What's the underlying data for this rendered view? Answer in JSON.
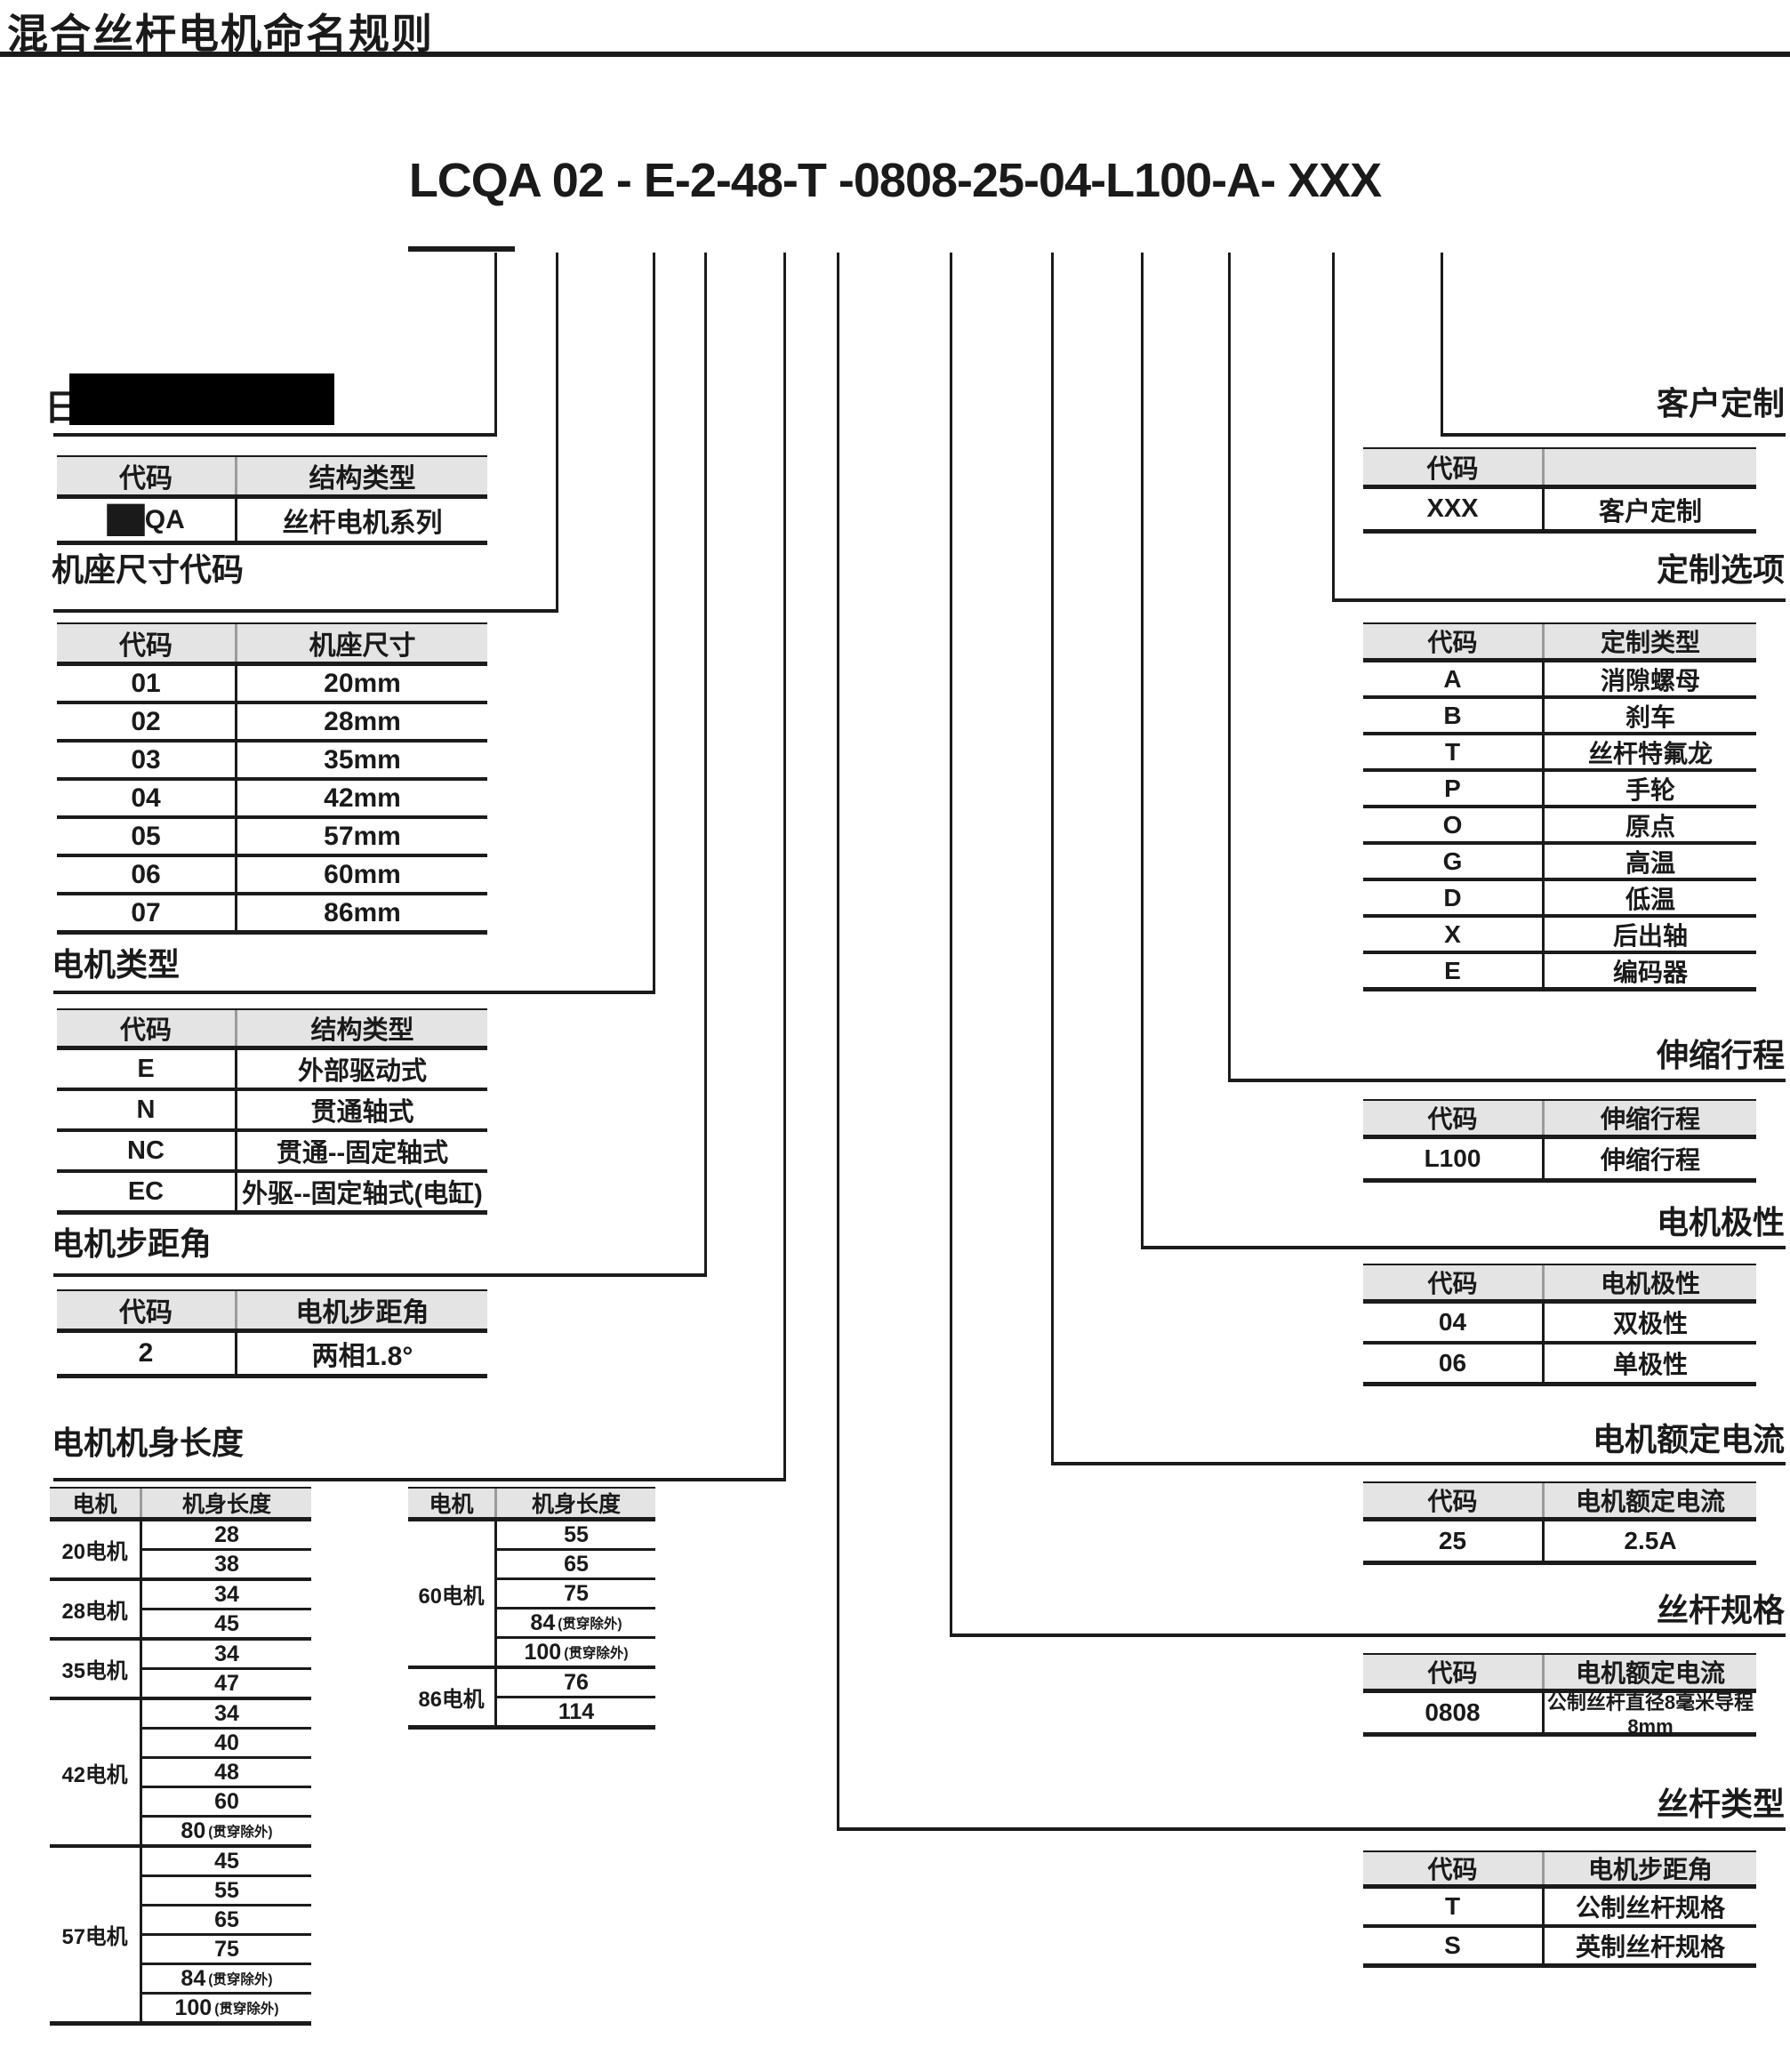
{
  "title": "混合丝杆电机命名规则",
  "part_number": "LCQA 02 - E-2-48-T -0808-25-04-L100-A- XXX",
  "colors": {
    "line": "#1b1b1b",
    "header_bg": "#e4e4e4",
    "text": "#1a1a1a",
    "redaction": "#000000"
  },
  "left": {
    "series": {
      "partial_glyph": "日",
      "table": {
        "headers": [
          "代码",
          "结构类型"
        ],
        "rows": [
          [
            "██QA",
            "丝杆电机系列"
          ]
        ]
      }
    },
    "frame_size": {
      "heading": "机座尺寸代码",
      "table": {
        "headers": [
          "代码",
          "机座尺寸"
        ],
        "rows": [
          [
            "01",
            "20mm"
          ],
          [
            "02",
            "28mm"
          ],
          [
            "03",
            "35mm"
          ],
          [
            "04",
            "42mm"
          ],
          [
            "05",
            "57mm"
          ],
          [
            "06",
            "60mm"
          ],
          [
            "07",
            "86mm"
          ]
        ]
      }
    },
    "motor_type": {
      "heading": "电机类型",
      "table": {
        "headers": [
          "代码",
          "结构类型"
        ],
        "rows": [
          [
            "E",
            "外部驱动式"
          ],
          [
            "N",
            "贯通轴式"
          ],
          [
            "NC",
            "贯通--固定轴式"
          ],
          [
            "EC",
            "外驱--固定轴式(电缸)"
          ]
        ]
      }
    },
    "step_angle": {
      "heading": "电机步距角",
      "table": {
        "headers": [
          "代码",
          "电机步距角"
        ],
        "rows": [
          [
            "2",
            "两相1.8°"
          ]
        ]
      }
    },
    "body_length": {
      "heading": "电机机身长度",
      "left_table": {
        "headers": [
          "电机",
          "机身长度"
        ],
        "groups": [
          {
            "label": "20电机",
            "items": [
              "28",
              "38"
            ]
          },
          {
            "label": "28电机",
            "items": [
              "34",
              "45"
            ]
          },
          {
            "label": "35电机",
            "items": [
              "34",
              "47"
            ]
          },
          {
            "label": "42电机",
            "items": [
              "34",
              "40",
              "48",
              "60",
              "80 (贯穿除外)"
            ]
          },
          {
            "label": "57电机",
            "items": [
              "45",
              "55",
              "65",
              "75",
              "84 (贯穿除外)",
              "100(贯穿除外)"
            ]
          }
        ]
      },
      "right_table": {
        "headers": [
          "电机",
          "机身长度"
        ],
        "groups": [
          {
            "label": "60电机",
            "items": [
              "55",
              "65",
              "75",
              "84 (贯穿除外)",
              "100(贯穿除外)"
            ]
          },
          {
            "label": "86电机",
            "items": [
              "76",
              "114"
            ]
          }
        ]
      }
    }
  },
  "right": {
    "custom": {
      "label": "客户定制",
      "table": {
        "headers": [
          "代码",
          ""
        ],
        "rows": [
          [
            "XXX",
            "客户定制"
          ]
        ]
      }
    },
    "custom_options": {
      "label": "定制选项",
      "table": {
        "headers": [
          "代码",
          "定制类型"
        ],
        "rows": [
          [
            "A",
            "消隙螺母"
          ],
          [
            "B",
            "刹车"
          ],
          [
            "T",
            "丝杆特氟龙"
          ],
          [
            "P",
            "手轮"
          ],
          [
            "O",
            "原点"
          ],
          [
            "G",
            "高温"
          ],
          [
            "D",
            "低温"
          ],
          [
            "X",
            "后出轴"
          ],
          [
            "E",
            "编码器"
          ]
        ]
      }
    },
    "stroke": {
      "label": "伸缩行程",
      "table": {
        "headers": [
          "代码",
          "伸缩行程"
        ],
        "rows": [
          [
            "L100",
            "伸缩行程"
          ]
        ]
      }
    },
    "polarity": {
      "label": "电机极性",
      "table": {
        "headers": [
          "代码",
          "电机极性"
        ],
        "rows": [
          [
            "04",
            "双极性"
          ],
          [
            "06",
            "单极性"
          ]
        ]
      }
    },
    "rated_current": {
      "label": "电机额定电流",
      "table": {
        "headers": [
          "代码",
          "电机额定电流"
        ],
        "rows": [
          [
            "25",
            "2.5A"
          ]
        ]
      }
    },
    "screw_spec": {
      "label": "丝杆规格",
      "table": {
        "headers": [
          "代码",
          "电机额定电流"
        ],
        "rows": [
          [
            "0808",
            "公制丝杆直径8毫米导程8mm"
          ]
        ]
      }
    },
    "screw_type": {
      "label": "丝杆类型",
      "table": {
        "headers": [
          "代码",
          "电机步距角"
        ],
        "rows": [
          [
            "T",
            "公制丝杆规格"
          ],
          [
            "S",
            "英制丝杆规格"
          ]
        ]
      }
    }
  }
}
